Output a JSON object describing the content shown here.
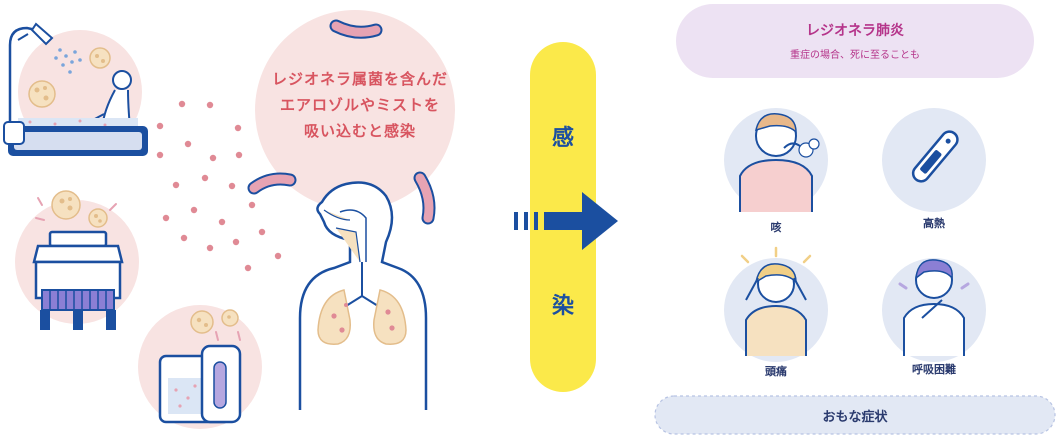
{
  "infection": {
    "line1": "レジオネラ属菌を含んだ",
    "line2": "エアロゾルやミストを",
    "line3": "吸い込むと感染"
  },
  "banner": {
    "char1": "感",
    "char2": "染"
  },
  "disease": {
    "title": "レジオネラ肺炎",
    "subtitle": "重症の場合、死に至ることも"
  },
  "symptoms": {
    "cough": "咳",
    "fever": "高熱",
    "headache": "頭痛",
    "dyspnea": "呼吸困難"
  },
  "footer": {
    "label": "おもな症状"
  },
  "colors": {
    "navy": "#1b4fa0",
    "pink_bg": "#f8e3e2",
    "yellow_banner": "#fbe94a",
    "purple_box": "#ede2f3",
    "blue_circle": "#e2e8f4",
    "bacteria_pink": "#e6a3b3",
    "accent_red": "#d85560"
  }
}
